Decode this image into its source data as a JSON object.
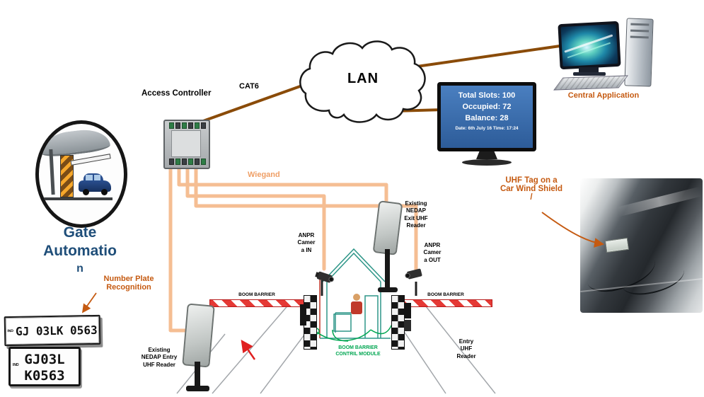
{
  "colors": {
    "accent_orange": "#C55A11",
    "cable_brown": "#8A4B08",
    "wiegand_orange": "#F5BE93",
    "title_blue": "#1F4E79",
    "screen_blue": "#3C6FAE",
    "green_label": "#00A651",
    "barrier_red": "#E53935"
  },
  "lan": {
    "label": "LAN"
  },
  "network": {
    "cat6_label": "CAT6",
    "wiegand_label": "Wiegand"
  },
  "access_controller": {
    "label": "Access Controller"
  },
  "central_application": {
    "label": "Central Application"
  },
  "display": {
    "line1": "Total Slots: 100",
    "line2": "Occupied: 72",
    "line3": "Balance: 28",
    "line4": "Date: 6th July 16 Time: 17:24"
  },
  "gate_automation": {
    "line1": "Gate",
    "line2": "Automatio",
    "line3": "n"
  },
  "npr": {
    "line1": "Number Plate",
    "line2": "Recognition"
  },
  "plates": {
    "plate1": {
      "country": "IND",
      "text": "GJ 03LK 0563"
    },
    "plate2": {
      "country": "IND",
      "line1": "GJ03L",
      "line2": "K0563"
    }
  },
  "labels": {
    "anpr_in": [
      "ANPR",
      "Camer",
      "a IN"
    ],
    "anpr_out": [
      "ANPR",
      "Camer",
      "a OUT"
    ],
    "nedap_exit": [
      "Existing",
      "NEDAP",
      "Exit UHF",
      "Reader"
    ],
    "nedap_entry": [
      "Existing",
      "NEDAP Entry",
      "UHF Reader"
    ],
    "entry_uhf": [
      "Entry",
      "UHF",
      "Reader"
    ],
    "boom_barrier_left": "BOOM BARRIER",
    "boom_barrier_right": "BOOM BARRIER",
    "control_module": [
      "BOOM BARRIER",
      "CONTRIL MODULE"
    ],
    "uhf_tag": [
      "UHF Tag on a",
      "Car Wind Shield",
      "/"
    ]
  }
}
